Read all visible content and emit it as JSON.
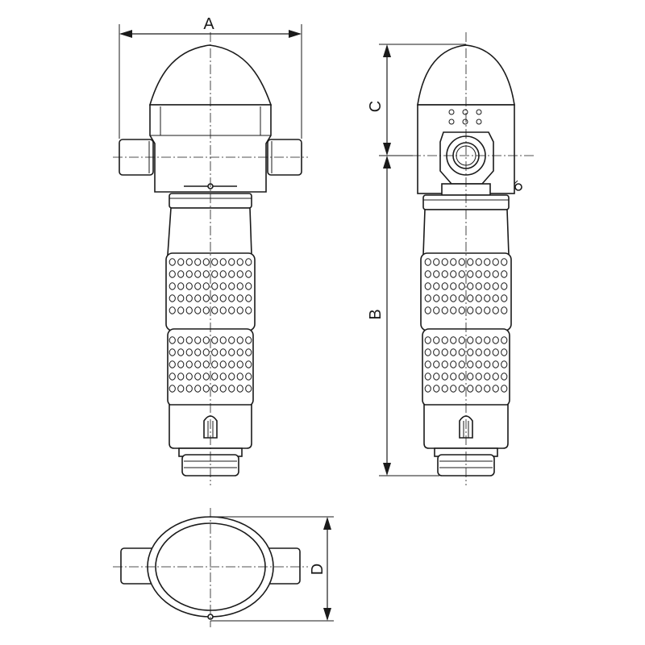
{
  "dimensions": {
    "a": "A",
    "b": "B",
    "c": "C",
    "d": "D"
  },
  "colors": {
    "line": "#1a1a1a",
    "background": "#ffffff"
  }
}
